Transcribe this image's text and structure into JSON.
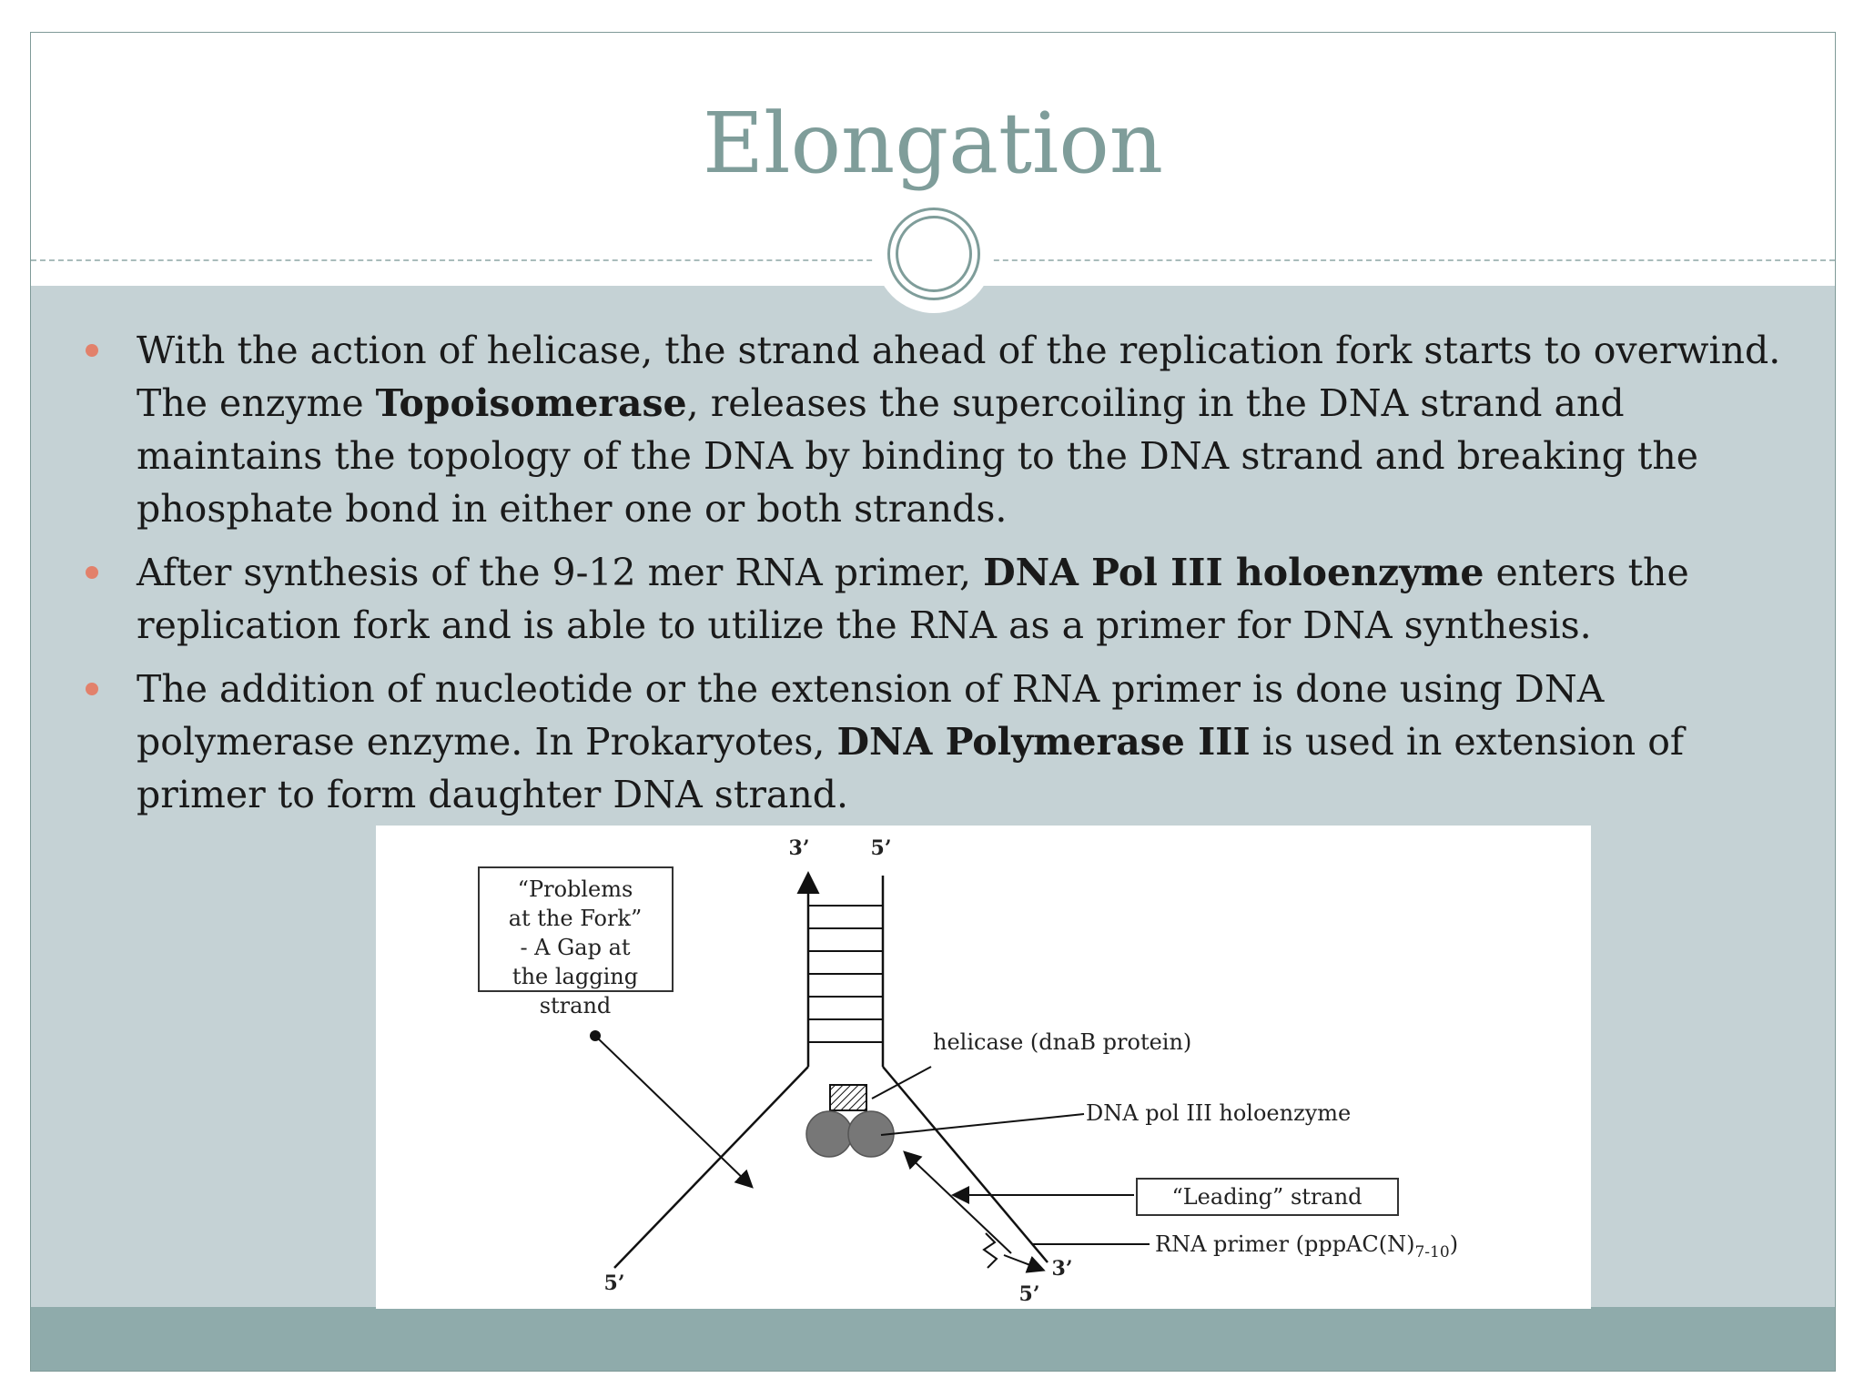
{
  "slide": {
    "title": "Elongation",
    "bullets": [
      {
        "parts": [
          {
            "text": "With the action of helicase, the strand ahead of the replication fork starts to overwind. The enzyme ",
            "bold": false
          },
          {
            "text": "Topoisomerase",
            "bold": true
          },
          {
            "text": ", releases the supercoiling in the DNA strand and maintains the topology of the DNA by binding to the DNA strand and breaking the phosphate bond in either one or both strands.",
            "bold": false
          }
        ]
      },
      {
        "parts": [
          {
            "text": "After synthesis of the 9-12 mer RNA primer, ",
            "bold": false
          },
          {
            "text": "DNA Pol III holoenzyme",
            "bold": true
          },
          {
            "text": " enters the replication fork and is able to utilize the RNA as a primer for DNA synthesis.",
            "bold": false
          }
        ]
      },
      {
        "parts": [
          {
            "text": "The addition of nucleotide or the extension of RNA primer is done using DNA polymerase enzyme. In Prokaryotes, ",
            "bold": false
          },
          {
            "text": "DNA Polymerase III",
            "bold": true
          },
          {
            "text": " is used in extension of primer to form daughter DNA strand.",
            "bold": false
          }
        ]
      }
    ]
  },
  "figure": {
    "box_label": [
      "“Problems",
      "at the Fork”",
      "- A Gap at",
      "the lagging",
      "strand"
    ],
    "top_3": "3’",
    "top_5": "5’",
    "helicase": "helicase (dnaB protein)",
    "pol": "DNA pol III holoenzyme",
    "leading": "“Leading” strand",
    "rna_primer": "RNA primer (pppAC(N)",
    "rna_sub": "7-10",
    "rna_close": ")",
    "left_5": "5’",
    "right_3": "3’",
    "right_5": "5’"
  },
  "colors": {
    "title": "#7f9d9a",
    "content_bg": "#c5d2d5",
    "footer": "#8fabab",
    "bullet": "#e2816b"
  }
}
